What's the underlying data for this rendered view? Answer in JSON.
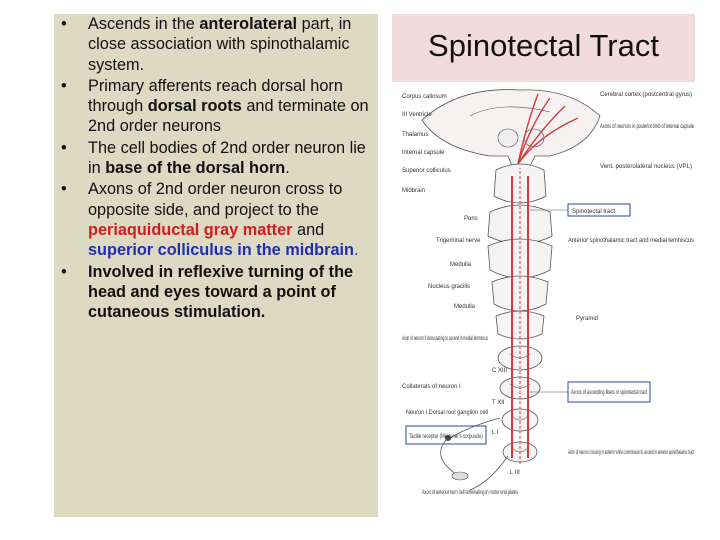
{
  "bullets": [
    {
      "parts": [
        {
          "text": "Ascends in the ",
          "style": ""
        },
        {
          "text": "anterolateral",
          "style": "b"
        },
        {
          "text": " part, in close association with spinothalamic system.",
          "style": ""
        }
      ]
    },
    {
      "parts": [
        {
          "text": "Primary afferents reach dorsal horn through ",
          "style": ""
        },
        {
          "text": "dorsal roots",
          "style": "b"
        },
        {
          "text": " and terminate on 2nd order neurons",
          "style": ""
        }
      ]
    },
    {
      "parts": [
        {
          "text": "The cell bodies of 2nd order neuron lie in ",
          "style": ""
        },
        {
          "text": "base of the dorsal horn",
          "style": "b"
        },
        {
          "text": ".",
          "style": ""
        }
      ]
    },
    {
      "parts": [
        {
          "text": "Axons of 2nd order neuron  cross to opposite side, and project to the ",
          "style": ""
        },
        {
          "text": "periaquiductal gray matter",
          "style": "red"
        },
        {
          "text": " and ",
          "style": ""
        },
        {
          "text": "superior colliculus in the midbrain",
          "style": "blue"
        },
        {
          "text": ".",
          "style": "blue-plain"
        }
      ]
    },
    {
      "parts": [
        {
          "text": "Involved in reflexive turning of the head and eyes toward a point of cutaneous stimulation.",
          "style": "b"
        }
      ]
    }
  ],
  "bullet_symbol": "•",
  "title": "Spinotectal Tract",
  "figure": {
    "labels_left": {
      "corpus_callosum": "Corpus callosum",
      "ventricle": "III Ventricle",
      "thalamus": "Thalamus",
      "internal_capsule": "Internal capsule",
      "superior_colliculus": "Superior colliculus",
      "midbrain": "Midbrain",
      "pons": "Pons",
      "trigeminal": "Trigeminal nerve",
      "medulla1": "Medulla",
      "nucleus_gracilis": "Nucleus gracilis",
      "medulla2": "Medulla",
      "axon_2nd": "Axon of neuron II decussating to ascend in medial lemniscus",
      "collaterals": "Collaterals of neuron I",
      "neuron1": "Neuron I Dorsal root ganglion cell",
      "tactile": "Tactile receptor (Meissner's corpuscle)",
      "anterior_horn": "Axon of anterior horn cell terminating in motor end plates"
    },
    "labels_right": {
      "cortex": "Cerebral cortex (postcentral gyrus)",
      "axons_neurons": "Axons of neurons in posterior limb of internal capsule",
      "vpl": "Vent. posterolateral nucleus (VPL)",
      "spinotectal": "Spinotectal tract",
      "anterior_spinothalamic": "Anterior spinothalamic tract and medial lemniscus",
      "pyramid": "Pyramid",
      "ascending_fibers": "Axons of ascending fibers in spinotectal tract",
      "crossing": "Axon of neuron crossing in anterior white commissure to ascend in anterior spinothalamic tract"
    },
    "segment_labels": [
      "C XIII",
      "T XII",
      "L I",
      "L III"
    ],
    "colors": {
      "tract": "#d63a3a",
      "box": "#2a4a9a",
      "outline": "#555555"
    }
  }
}
